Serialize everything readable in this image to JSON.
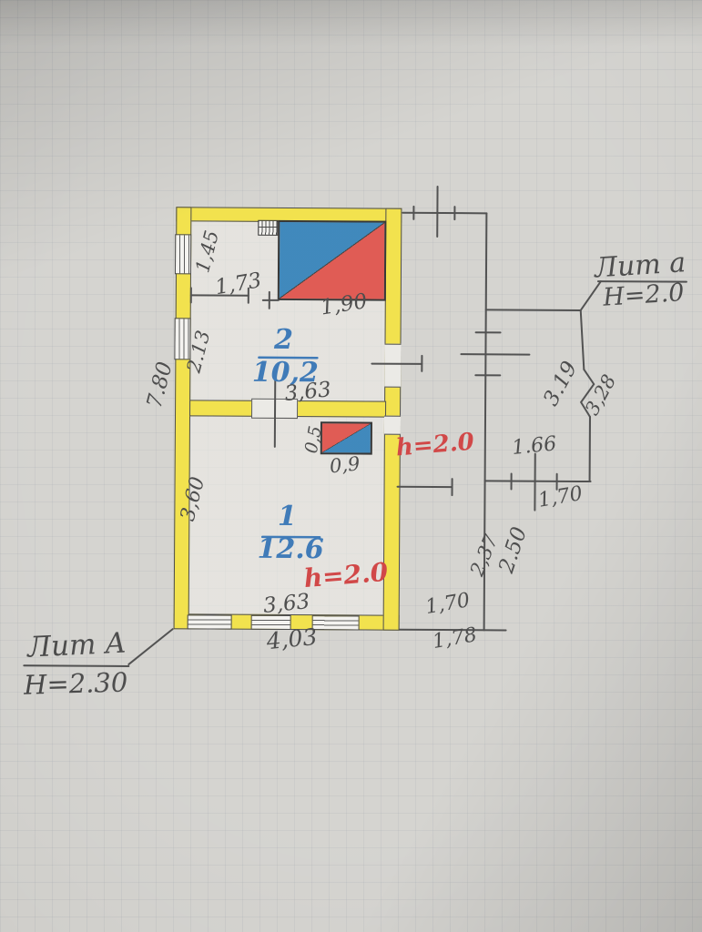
{
  "labels": {
    "building": {
      "liter": "Лит А",
      "height": "H=2.30"
    },
    "annex": {
      "liter": "Лит а",
      "height": "H=2.0"
    },
    "room1": {
      "number": "1",
      "area": "12.6",
      "height_note": "h=2.0"
    },
    "room2": {
      "number": "2",
      "area": "10,2"
    },
    "annex_height_note": "h=2.0"
  },
  "dimensions": {
    "left_wall_total": "7.80",
    "left_wall_upper": "1,45",
    "left_wall_middle": "2.13",
    "room1_left_side": "3,60",
    "stove_offset_from_wall": "1,73",
    "stove_width": "1,90",
    "room2_inner_width": "3,63",
    "small_stove_depth": "0,5",
    "small_stove_width": "0,9",
    "room1_inner_width": "3,63",
    "front_wall_outer": "4,03",
    "porch_inner_width": "1,70",
    "porch_outer_width": "1,78",
    "right_span_upper": "1.66",
    "right_span_lower": "1,70",
    "porch_side_inner": "2,37",
    "porch_side_outer": "2.50",
    "site_line_upper": "3.19",
    "site_line_lower": "3,28"
  },
  "colors": {
    "paper": "#d0cfcb",
    "wall_fill": "#f0df3a",
    "stove_blue": "#2b7cb5",
    "stove_red": "#dd4a42",
    "ink": "#3a3a3a",
    "room_label_blue": "#2a6cb0",
    "note_red": "#cc3333"
  }
}
